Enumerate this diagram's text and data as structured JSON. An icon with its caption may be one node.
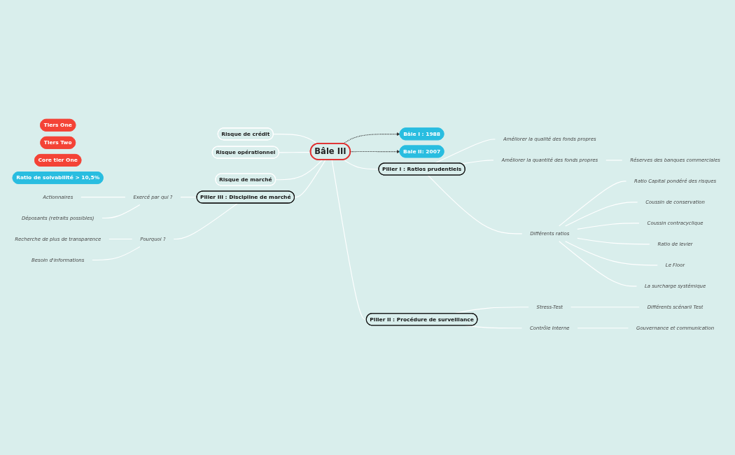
{
  "diagram": {
    "nodes": [
      {
        "text": [
          "Bâle III"
        ]
      },
      {
        "text": [
          "Bâle I : 1988"
        ]
      },
      {
        "text": [
          "Bale II: 2007"
        ]
      },
      {
        "text": [
          "Tiers One"
        ]
      },
      {
        "text": [
          "Tiers Two"
        ]
      },
      {
        "text": [
          "Core tier One"
        ]
      },
      {
        "text": [
          "Ratio de solvabilité > 10,5%"
        ]
      },
      {
        "text": [
          "Risque de crédit"
        ]
      },
      {
        "text": [
          "Risque opérationnel"
        ]
      },
      {
        "text": [
          "Risque de marché"
        ]
      },
      {
        "text": [
          "Pilier I : Ratios prudentiels"
        ]
      },
      {
        "text": [
          "Améliorer la qualité des fonds propres"
        ]
      },
      {
        "text": [
          "Améliorer la quantité des fonds propres"
        ]
      },
      {
        "text": [
          "Réserves des banques commerciales"
        ]
      },
      {
        "text": [
          "Différents ratios"
        ]
      },
      {
        "text": [
          "Ratio Capital pondéré des risques"
        ]
      },
      {
        "text": [
          "Coussin de conservation"
        ]
      },
      {
        "text": [
          "Coussin contracyclique"
        ]
      },
      {
        "text": [
          "Ratio de levier"
        ]
      },
      {
        "text": [
          "Le Floor"
        ]
      },
      {
        "text": [
          "La surcharge systémique"
        ]
      },
      {
        "text": [
          "Pilier II : Procédure de surveillance"
        ]
      },
      {
        "text": [
          "Stress-Test"
        ]
      },
      {
        "text": [
          "Différents scénarii Test"
        ]
      },
      {
        "text": [
          "Contrôle Interne"
        ]
      },
      {
        "text": [
          "Gouvernance et communication"
        ]
      },
      {
        "text": [
          "Pilier III : Discipline de marché"
        ]
      },
      {
        "text": [
          "Exercé par qui ?"
        ]
      },
      {
        "text": [
          "Actionnaires"
        ]
      },
      {
        "text": [
          "Déposants (retraits possibles)"
        ]
      },
      {
        "text": [
          "Pourquoi ?"
        ]
      },
      {
        "text": [
          "Recherche de plus de transparence"
        ]
      },
      {
        "text": [
          "Besoin d'informations"
        ]
      }
    ],
    "edges": [
      {
        "from": 0,
        "to": 1,
        "arrow": "to",
        "style": "dashed",
        "color": "#333333"
      },
      {
        "from": 0,
        "to": 2,
        "arrow": "to",
        "style": "dashed",
        "color": "#333333"
      },
      {
        "from": 7,
        "to": 0,
        "arrow": "none"
      },
      {
        "from": 8,
        "to": 0,
        "arrow": "none"
      },
      {
        "from": 9,
        "to": 0,
        "arrow": "none"
      },
      {
        "from": 0,
        "to": 10,
        "arrow": "none"
      },
      {
        "from": 0,
        "to": 21,
        "arrow": "none"
      },
      {
        "from": 26,
        "to": 0,
        "arrow": "none"
      },
      {
        "from": 10,
        "to": 11,
        "arrow": "none"
      },
      {
        "from": 10,
        "to": 12,
        "arrow": "none"
      },
      {
        "from": 12,
        "to": 13,
        "arrow": "none"
      },
      {
        "from": 10,
        "to": 14,
        "arrow": "none"
      },
      {
        "from": 14,
        "to": 15,
        "arrow": "none"
      },
      {
        "from": 14,
        "to": 16,
        "arrow": "none"
      },
      {
        "from": 14,
        "to": 17,
        "arrow": "none"
      },
      {
        "from": 14,
        "to": 18,
        "arrow": "none"
      },
      {
        "from": 14,
        "to": 19,
        "arrow": "none"
      },
      {
        "from": 14,
        "to": 20,
        "arrow": "none"
      },
      {
        "from": 21,
        "to": 22,
        "arrow": "none"
      },
      {
        "from": 22,
        "to": 23,
        "arrow": "none"
      },
      {
        "from": 21,
        "to": 24,
        "arrow": "none"
      },
      {
        "from": 24,
        "to": 25,
        "arrow": "none"
      },
      {
        "from": 27,
        "to": 26,
        "arrow": "none"
      },
      {
        "from": 28,
        "to": 27,
        "arrow": "none"
      },
      {
        "from": 29,
        "to": 27,
        "arrow": "none"
      },
      {
        "from": 30,
        "to": 26,
        "arrow": "none"
      },
      {
        "from": 31,
        "to": 30,
        "arrow": "none"
      },
      {
        "from": 32,
        "to": 30,
        "arrow": "none"
      }
    ]
  }
}
